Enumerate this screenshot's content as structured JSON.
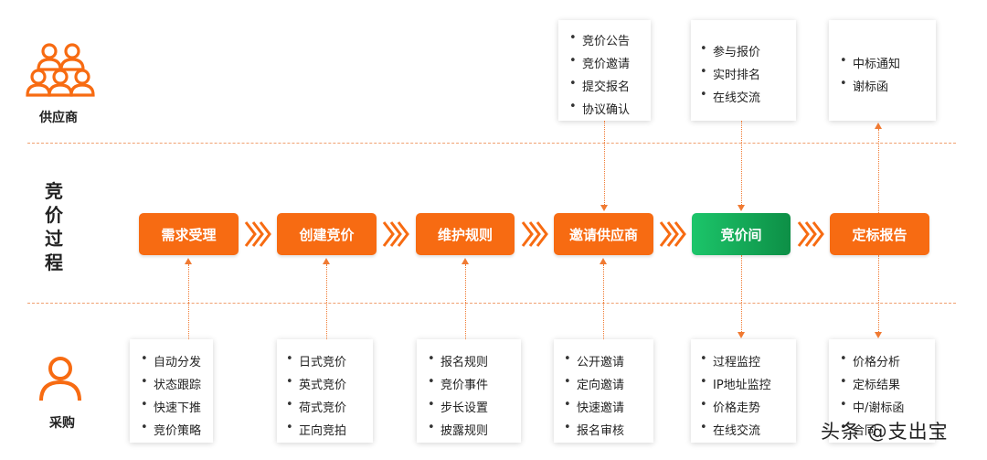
{
  "roles": {
    "supplier": "供应商",
    "buyer": "采购"
  },
  "process_label": [
    "竞",
    "价",
    "过",
    "程"
  ],
  "steps": [
    "需求受理",
    "创建竞价",
    "维护规则",
    "邀请供应商",
    "竞价间",
    "定标报告"
  ],
  "supplier_boxes": [
    [
      "竞价公告",
      "竞价邀请",
      "提交报名",
      "协议确认"
    ],
    [
      "参与报价",
      "实时排名",
      "在线交流"
    ],
    [
      "中标通知",
      "谢标函"
    ]
  ],
  "buyer_boxes": [
    [
      "自动分发",
      "状态跟踪",
      "快速下推",
      "竞价策略"
    ],
    [
      "日式竞价",
      "英式竞价",
      "荷式竞价",
      "正向竞拍"
    ],
    [
      "报名规则",
      "竞价事件",
      "步长设置",
      "披露规则"
    ],
    [
      "公开邀请",
      "定向邀请",
      "快速邀请",
      "报名审核"
    ],
    [
      "过程监控",
      "IP地址监控",
      "价格走势",
      "在线交流"
    ],
    [
      "价格分析",
      "定标结果",
      "中/谢标函",
      "合同"
    ]
  ],
  "watermark": "头条 @支出宝",
  "colors": {
    "accent": "#f76b12",
    "active": "#16b35c"
  },
  "icons": {
    "supplier": "group-people-icon",
    "buyer": "person-icon"
  }
}
